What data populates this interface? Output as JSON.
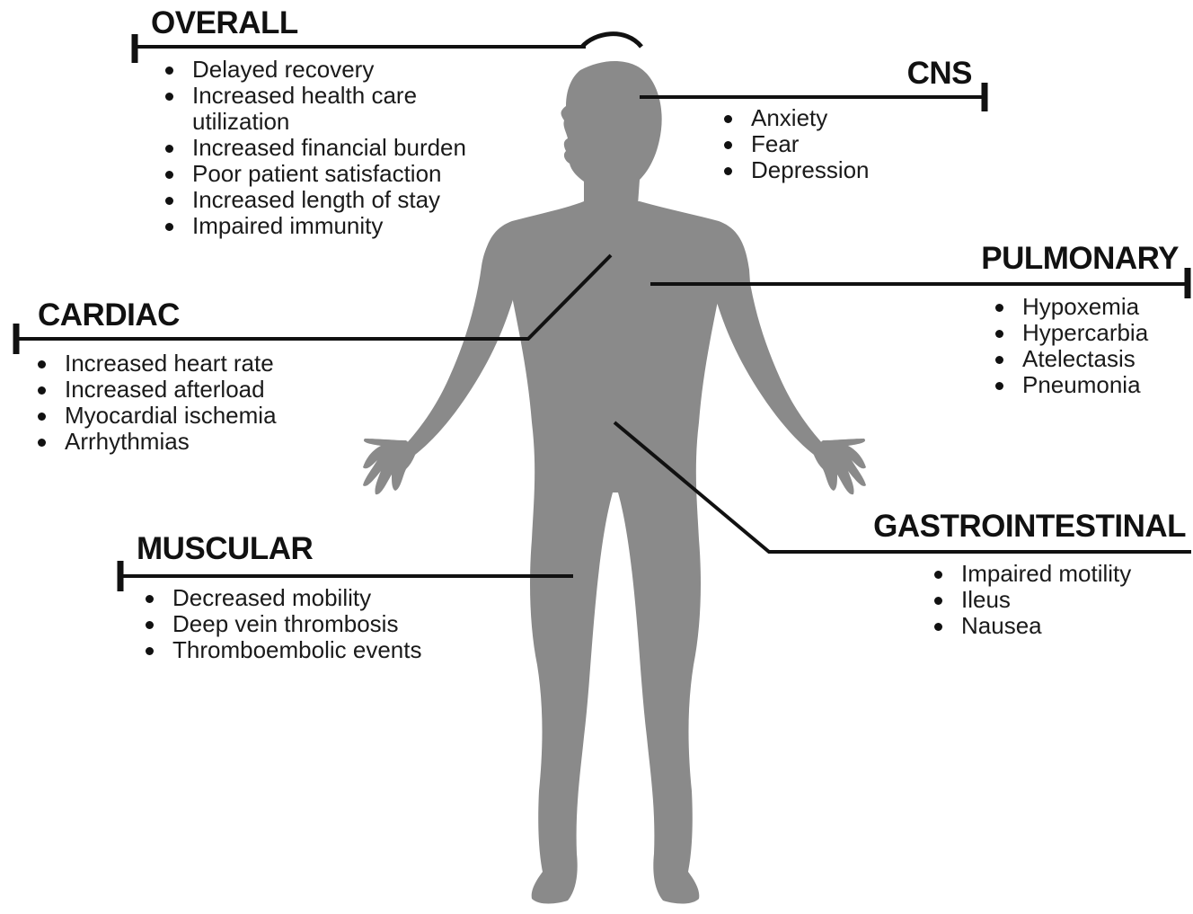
{
  "colors": {
    "silhouette": "#8a8a8a",
    "line": "#111111",
    "text": "#1a1a1a"
  },
  "sections": {
    "overall": {
      "title": "OVERALL",
      "items": [
        "Delayed recovery",
        "Increased health care\nutilization",
        "Increased financial burden",
        "Poor patient satisfaction",
        "Increased length of stay",
        "Impaired immunity"
      ]
    },
    "cns": {
      "title": "CNS",
      "items": [
        "Anxiety",
        "Fear",
        "Depression"
      ]
    },
    "pulmonary": {
      "title": "PULMONARY",
      "items": [
        "Hypoxemia",
        "Hypercarbia",
        "Atelectasis",
        "Pneumonia"
      ]
    },
    "cardiac": {
      "title": "CARDIAC",
      "items": [
        "Increased heart rate",
        "Increased afterload",
        "Myocardial ischemia",
        "Arrhythmias"
      ]
    },
    "gastrointestinal": {
      "title": "GASTROINTESTINAL",
      "items": [
        "Impaired motility",
        "Ileus",
        "Nausea"
      ]
    },
    "muscular": {
      "title": "MUSCULAR",
      "items": [
        "Decreased mobility",
        "Deep vein thrombosis",
        "Thromboembolic events"
      ]
    }
  }
}
